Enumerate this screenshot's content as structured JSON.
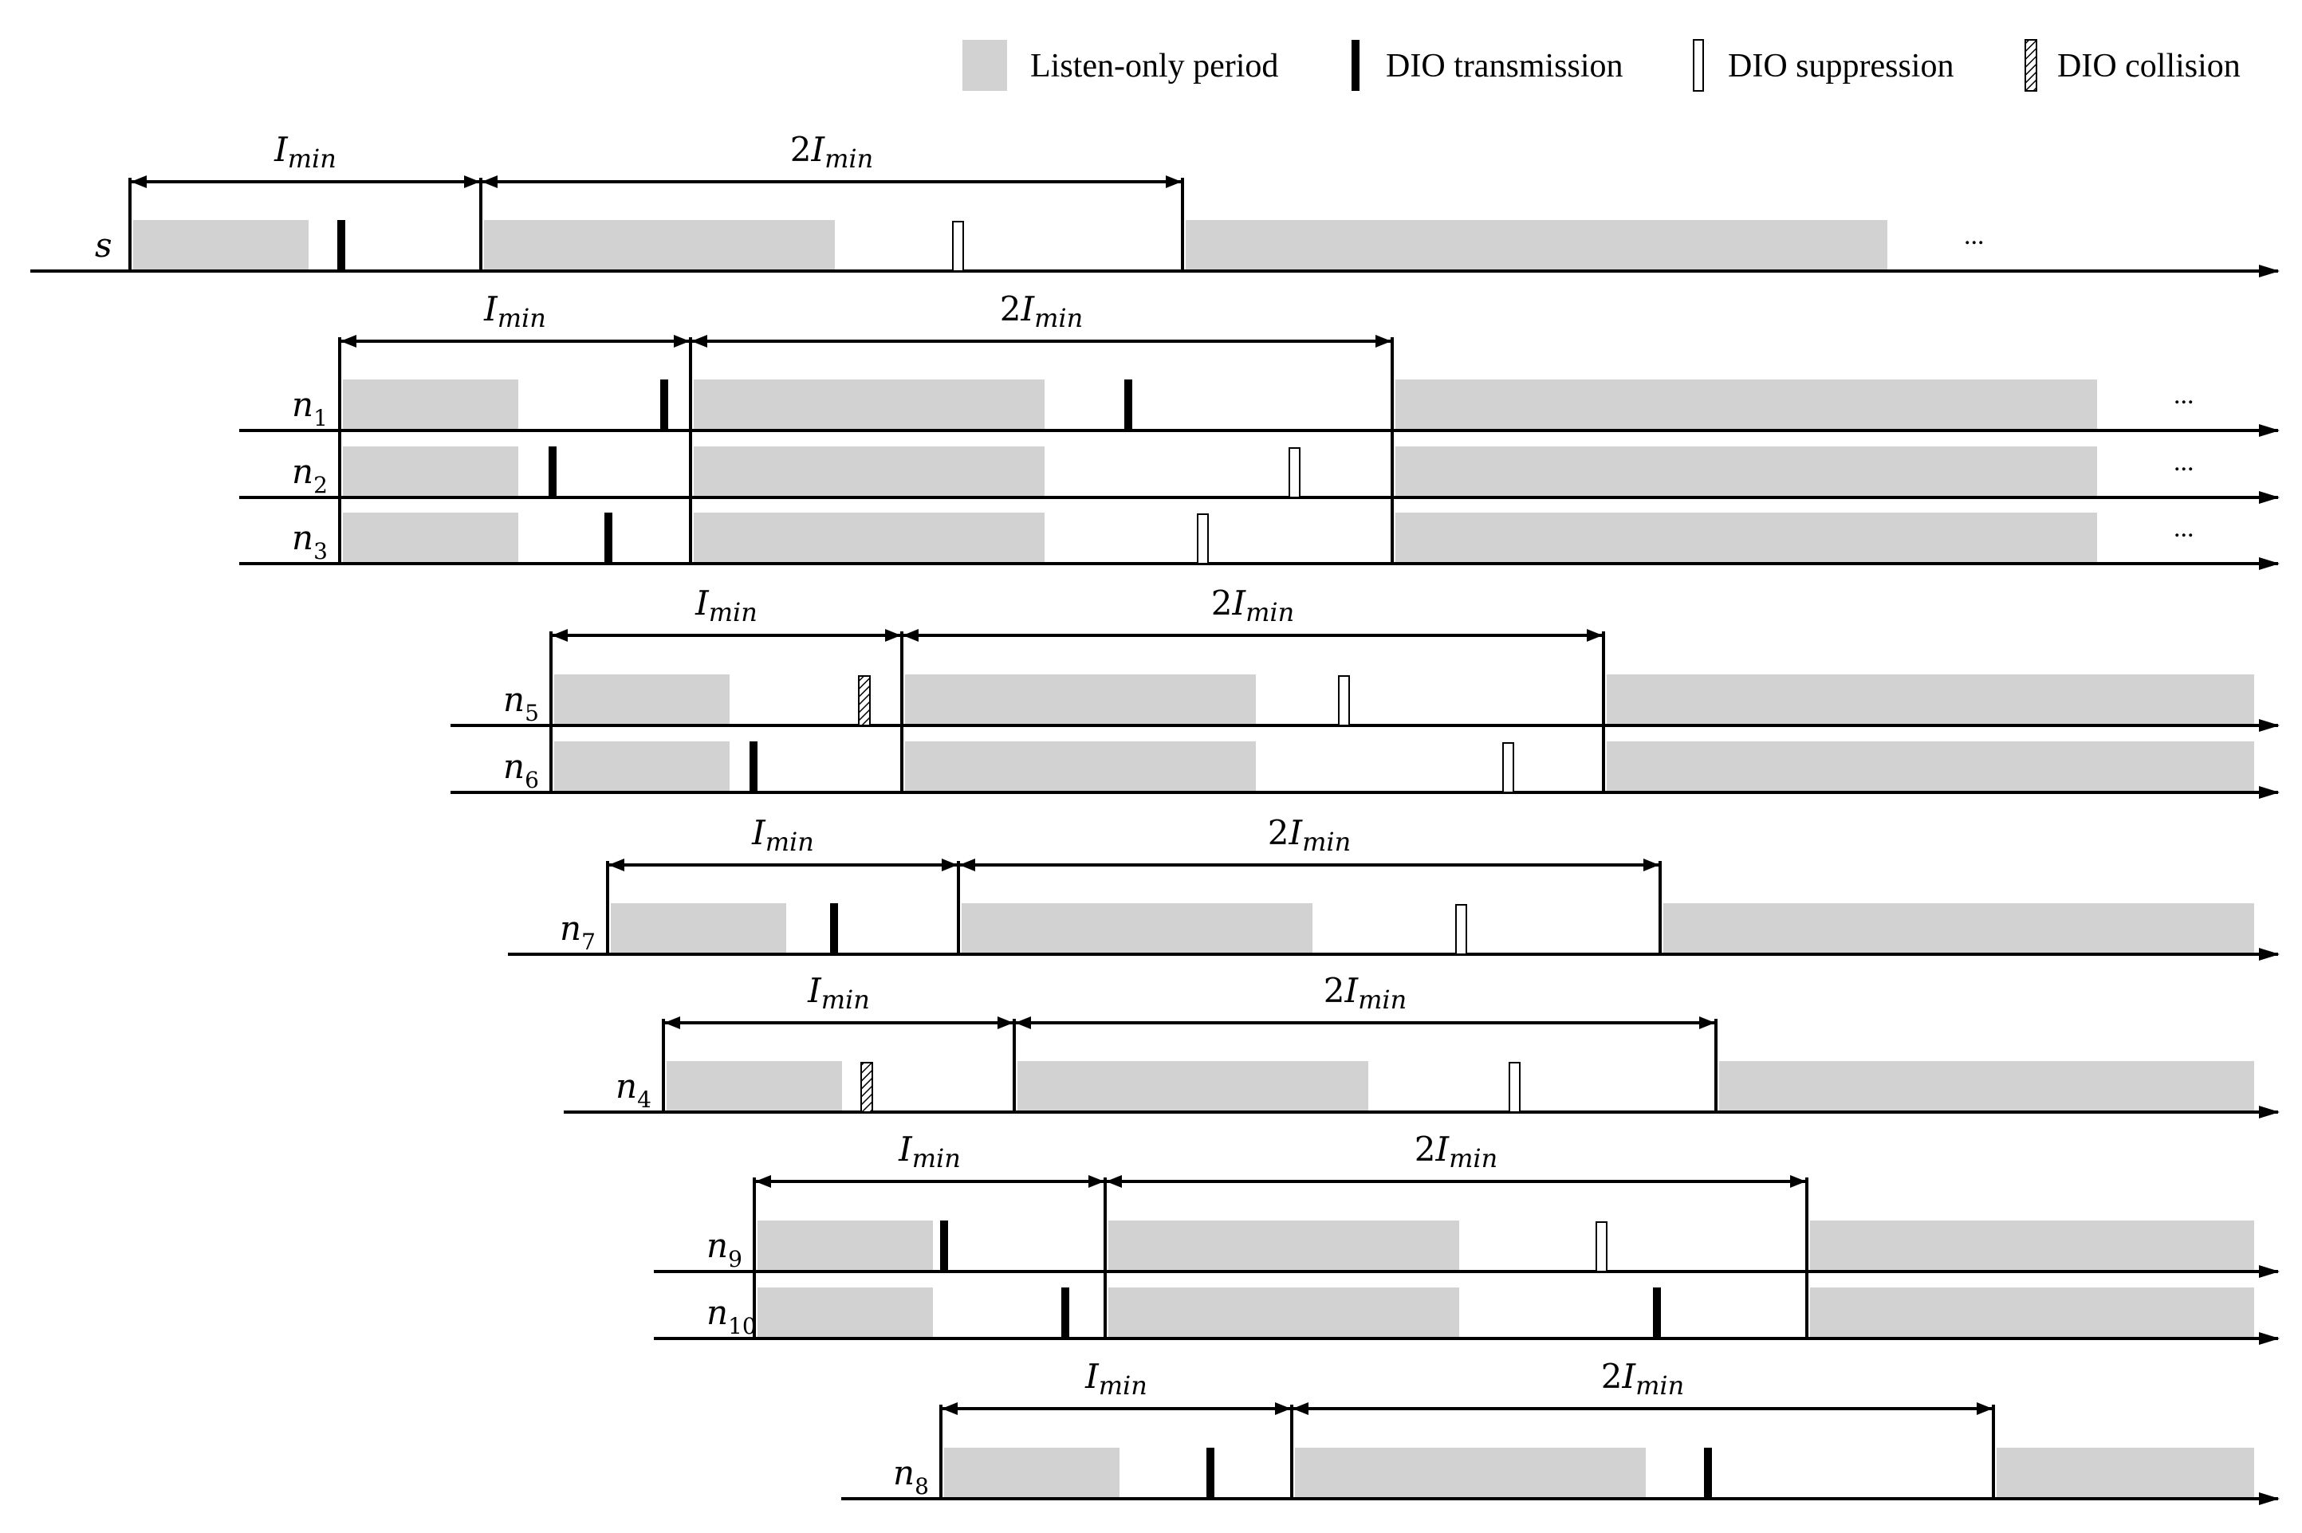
{
  "legend": {
    "listen_only": "Listen-only period",
    "transmission": "DIO transmission",
    "suppression": "DIO suppression",
    "collision": "DIO collision"
  },
  "colors": {
    "listen_fill": "#d3d2d3",
    "line": "#000000",
    "transmission_fill": "#000000",
    "suppression_fill": "#ffffff"
  },
  "interval_labels": {
    "imin_base": "I",
    "imin_sub": "min",
    "double_prefix": "2"
  },
  "ellipsis": "...",
  "nodes": [
    {
      "id": "s",
      "base": "s",
      "sub": "",
      "events": [
        "transmission",
        "suppression"
      ],
      "continues": true
    },
    {
      "id": "n1",
      "base": "n",
      "sub": "1",
      "events": [
        "transmission",
        "transmission"
      ],
      "continues": true
    },
    {
      "id": "n2",
      "base": "n",
      "sub": "2",
      "events": [
        "transmission",
        "suppression"
      ],
      "continues": true
    },
    {
      "id": "n3",
      "base": "n",
      "sub": "3",
      "events": [
        "transmission",
        "suppression"
      ],
      "continues": true
    },
    {
      "id": "n5",
      "base": "n",
      "sub": "5",
      "events": [
        "collision",
        "suppression"
      ],
      "continues": false
    },
    {
      "id": "n6",
      "base": "n",
      "sub": "6",
      "events": [
        "transmission",
        "suppression"
      ],
      "continues": false
    },
    {
      "id": "n7",
      "base": "n",
      "sub": "7",
      "events": [
        "transmission",
        "suppression"
      ],
      "continues": false
    },
    {
      "id": "n4",
      "base": "n",
      "sub": "4",
      "events": [
        "collision",
        "suppression"
      ],
      "continues": false
    },
    {
      "id": "n9",
      "base": "n",
      "sub": "9",
      "events": [
        "transmission",
        "suppression"
      ],
      "continues": false
    },
    {
      "id": "n10",
      "base": "n",
      "sub": "10",
      "events": [
        "transmission",
        "transmission"
      ],
      "continues": false
    },
    {
      "id": "n8",
      "base": "n",
      "sub": "8",
      "events": [
        "transmission",
        "transmission"
      ],
      "continues": false
    }
  ]
}
